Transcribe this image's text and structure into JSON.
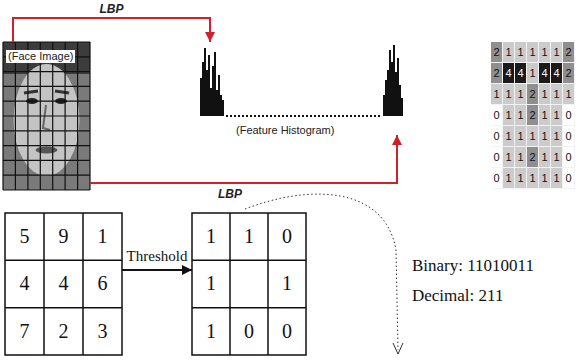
{
  "diagram": {
    "nodes": [
      {
        "text": [
          "(Face Image)"
        ]
      },
      {
        "text": [
          "(Feature Histogram)"
        ]
      },
      {
        "text": [
          "5",
          "9",
          "1",
          "4",
          "4",
          "6",
          "7",
          "2",
          "3"
        ]
      },
      {
        "text": [
          "1",
          "1",
          "0",
          "1",
          "1",
          "1",
          "0",
          "0"
        ]
      }
    ],
    "edges": [
      {
        "from": 0,
        "to": 1,
        "label": "LBP",
        "arrow": "to"
      },
      {
        "from": 0,
        "to": 1,
        "label": "LBP",
        "arrow": "to"
      },
      {
        "from": 2,
        "to": 3,
        "label": "Threshold",
        "arrow": "to"
      }
    ],
    "labels": [
      "2",
      "1",
      "1",
      "1",
      "1",
      "1",
      "2",
      "2",
      "4",
      "4",
      "1",
      "4",
      "4",
      "2",
      "1",
      "1",
      "1",
      "2",
      "1",
      "1",
      "1",
      "0",
      "1",
      "1",
      "2",
      "1",
      "1",
      "0",
      "0",
      "1",
      "1",
      "1",
      "1",
      "1",
      "0",
      "0",
      "1",
      "1",
      "2",
      "1",
      "1",
      "0",
      "0",
      "1",
      "1",
      "1",
      "1",
      "1",
      "0",
      "Binary: 11010011",
      "Decimal: 211"
    ]
  }
}
